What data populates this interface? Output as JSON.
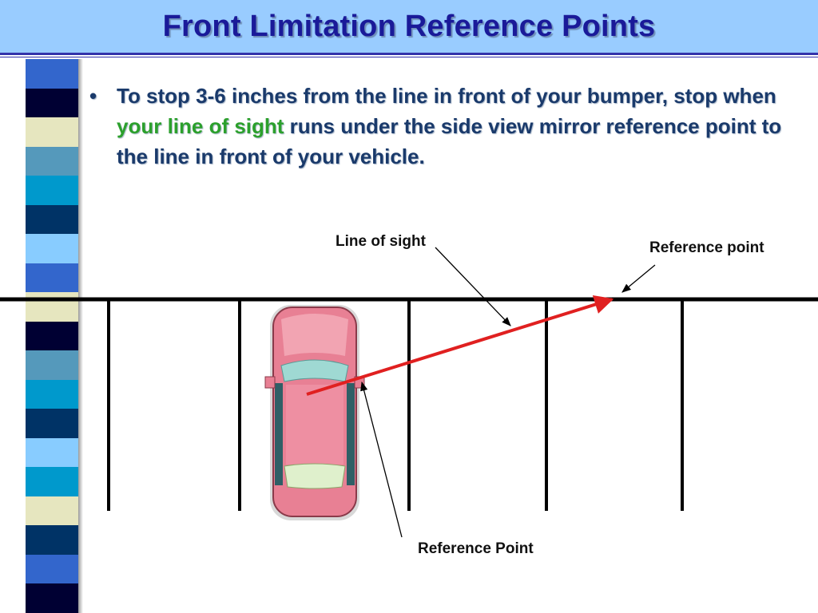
{
  "title": "Front Limitation Reference Points",
  "bullet": {
    "before": "To stop 3-6 inches from the line in front of your bumper, stop when ",
    "highlight": "your line of sight",
    "after": " runs under the side view mirror reference point to the line in front of your vehicle."
  },
  "labels": {
    "line_of_sight": "Line of sight",
    "reference_point_top": "Reference point",
    "reference_point_bottom": "Reference Point"
  },
  "colors": {
    "header_bg": "#99ccff",
    "title": "#1a1a99",
    "bullet_text": "#1a3a6b",
    "highlight": "#2ca02c",
    "sight_line": "#e02020",
    "car_body": "#e88094",
    "car_glass": "#9fd9d3"
  },
  "strip_colors": [
    "#3366cc",
    "#000033",
    "#e6e6bf",
    "#5599bb",
    "#0099cc",
    "#003366",
    "#88ccff",
    "#3366cc",
    "#e6e6bf",
    "#000033",
    "#5599bb",
    "#0099cc",
    "#003366",
    "#88ccff",
    "#0099cc",
    "#e6e6bf",
    "#003366",
    "#3366cc",
    "#000033"
  ]
}
